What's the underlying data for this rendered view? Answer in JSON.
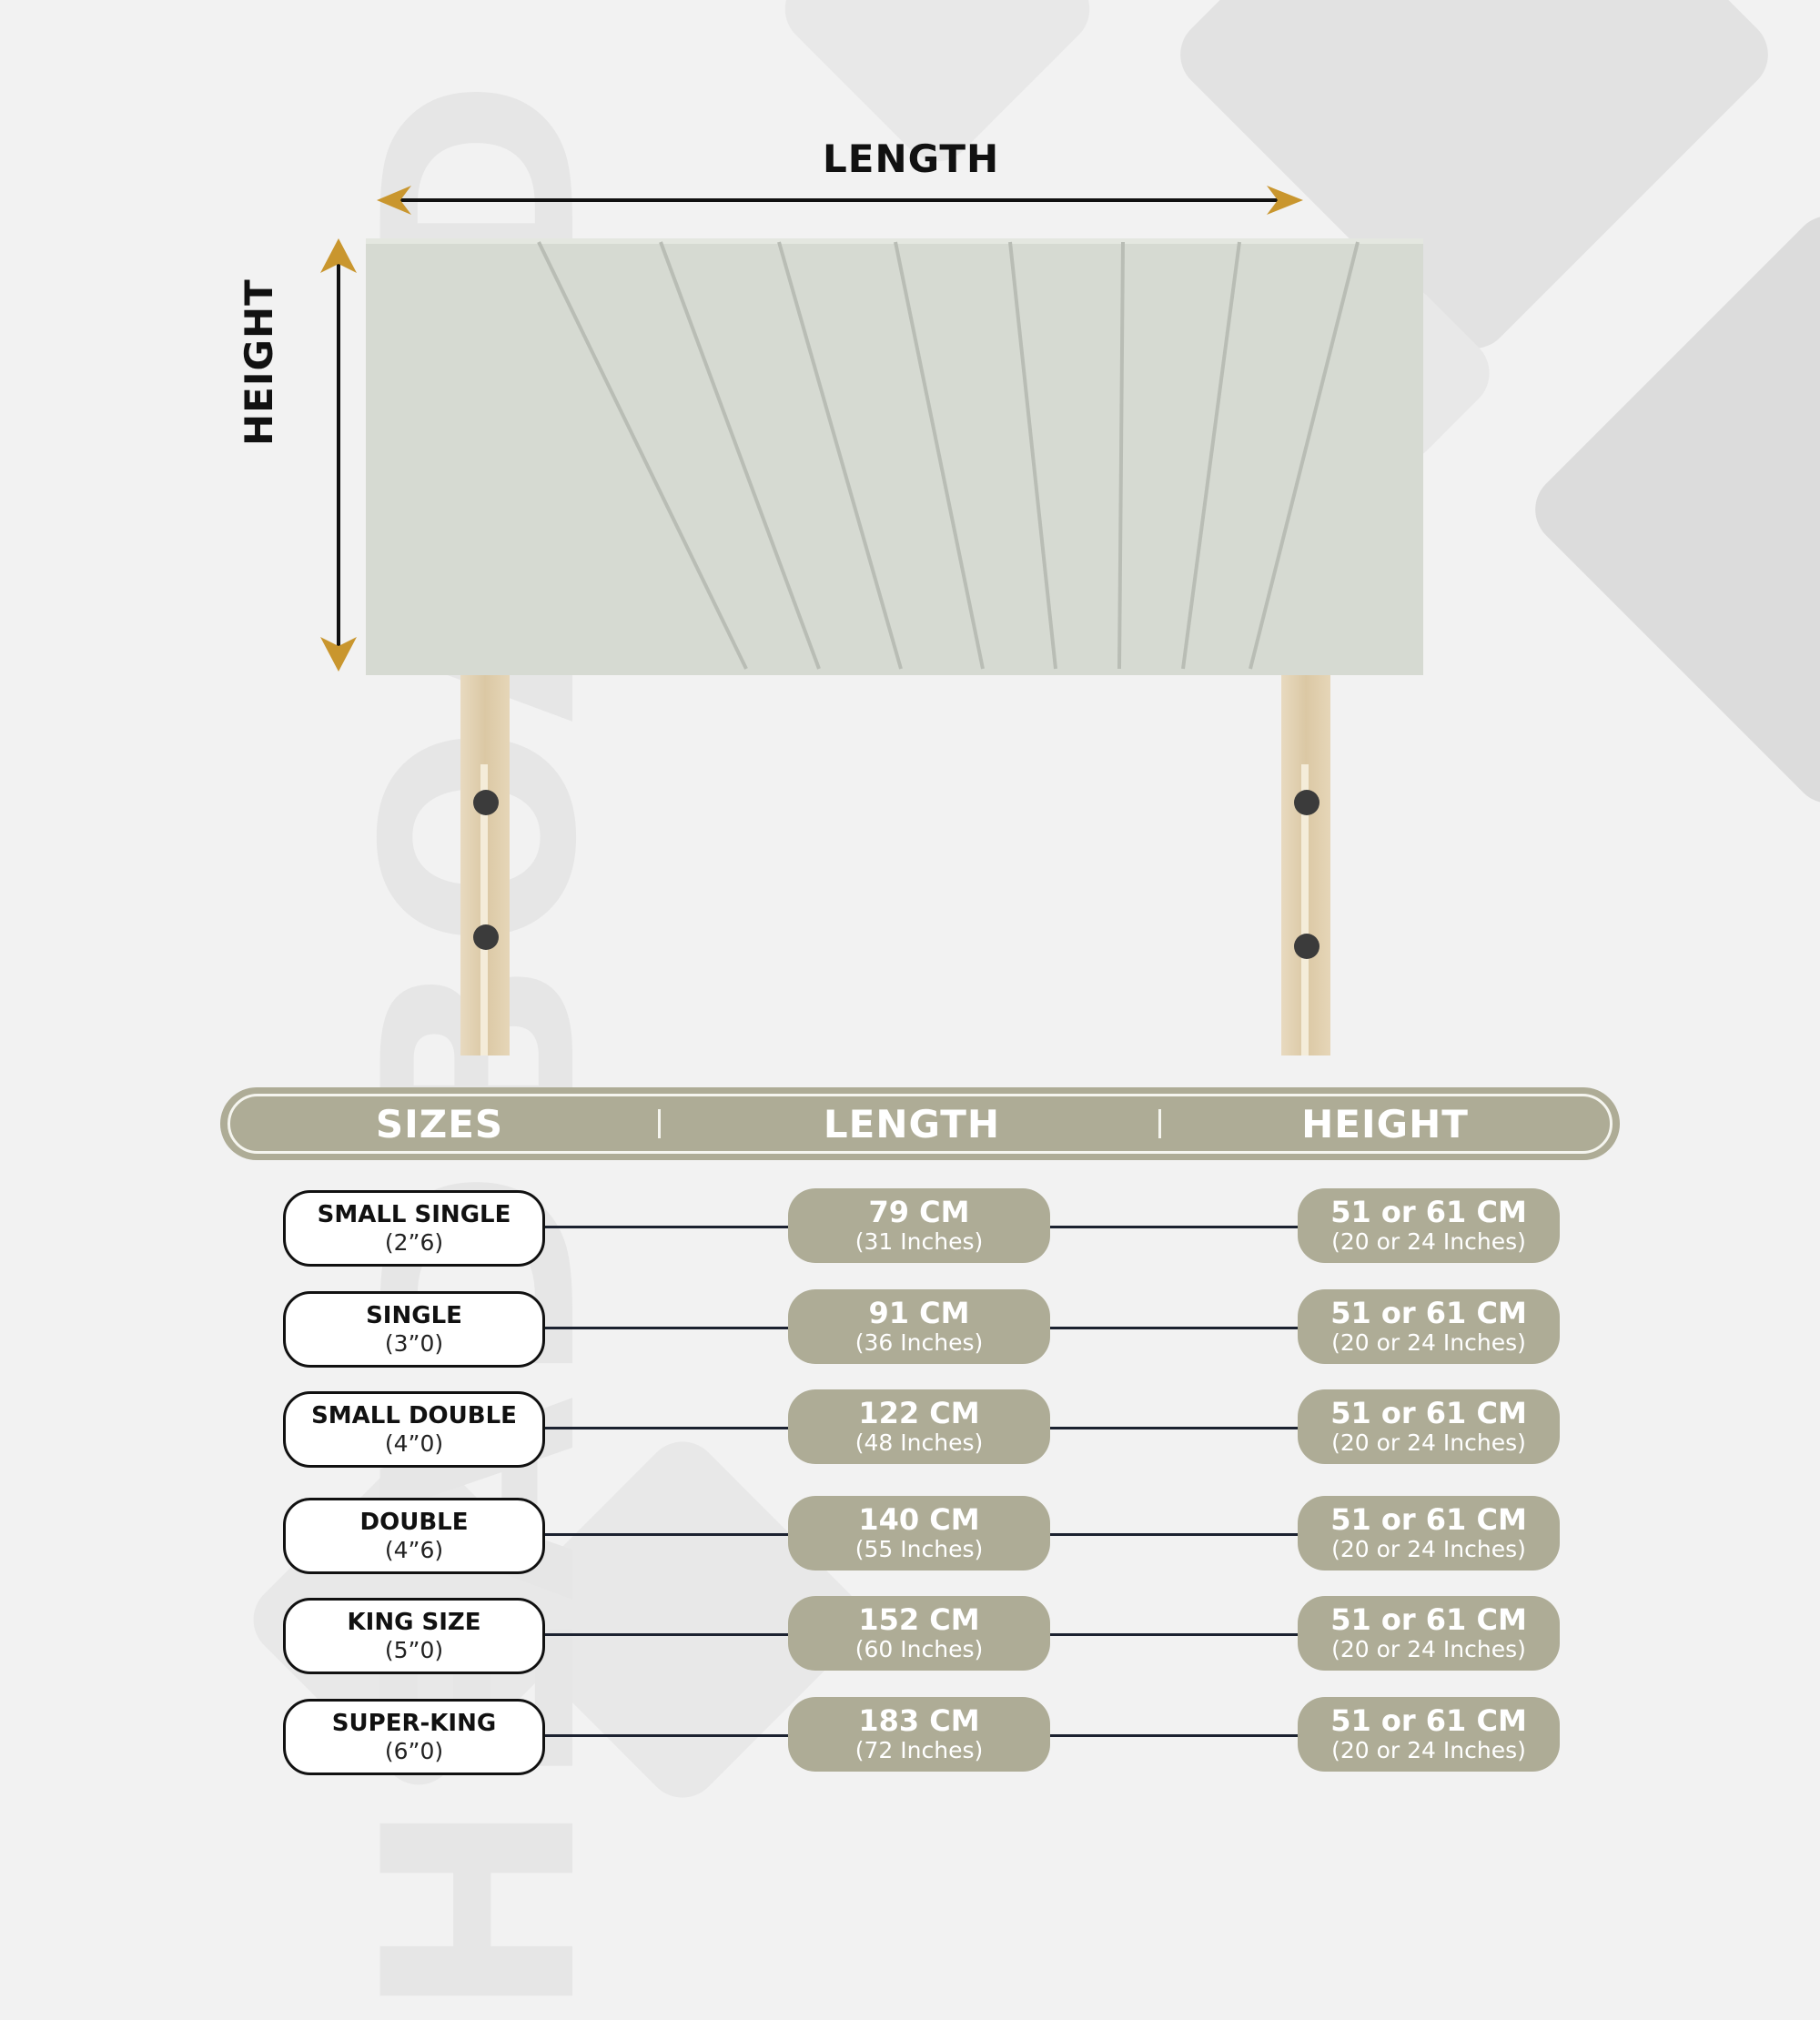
{
  "watermark": "HEADBOARD",
  "diagram": {
    "length_label": "LENGTH",
    "height_label": "HEIGHT"
  },
  "table": {
    "headers": [
      "SIZES",
      "LENGTH",
      "HEIGHT"
    ],
    "rows": [
      {
        "size": "SMALL SINGLE",
        "code": "(2”6)",
        "length": "79 CM",
        "length_in": "(31 Inches)",
        "height": "51 or 61 CM",
        "height_in": "(20 or 24 Inches)"
      },
      {
        "size": "SINGLE",
        "code": "(3”0)",
        "length": "91 CM",
        "length_in": "(36 Inches)",
        "height": "51 or 61 CM",
        "height_in": "(20 or 24 Inches)"
      },
      {
        "size": "SMALL DOUBLE",
        "code": "(4”0)",
        "length": "122 CM",
        "length_in": "(48 Inches)",
        "height": "51 or 61 CM",
        "height_in": "(20 or 24 Inches)"
      },
      {
        "size": "DOUBLE",
        "code": "(4”6)",
        "length": "140 CM",
        "length_in": "(55 Inches)",
        "height": "51 or 61 CM",
        "height_in": "(20 or 24 Inches)"
      },
      {
        "size": "KING SIZE",
        "code": "(5”0)",
        "length": "152 CM",
        "length_in": "(60 Inches)",
        "height": "51 or 61 CM",
        "height_in": "(20 or 24 Inches)"
      },
      {
        "size": "SUPER-KING",
        "code": "(6”0)",
        "length": "183 CM",
        "length_in": "(72 Inches)",
        "height": "51 or 61 CM",
        "height_in": "(20 or 24 Inches)"
      }
    ]
  },
  "colors": {
    "accent": "#aeac96",
    "fabric": "#d7dbd3",
    "wood": "#e3d3b5",
    "arrow_gold": "#c9962e"
  }
}
